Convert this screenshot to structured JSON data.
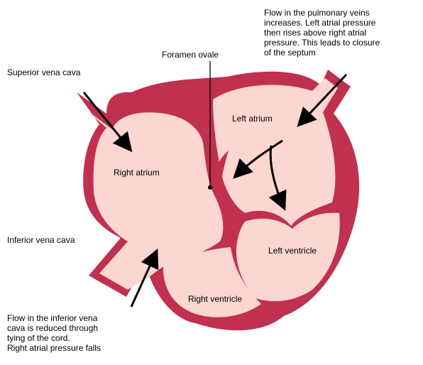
{
  "colors": {
    "wall": "#c0304f",
    "chamber": "#fcd6d0",
    "arrow": "#000000",
    "text": "#000000"
  },
  "labels": {
    "superior_vena_cava": "Superior vena cava",
    "foramen_ovale": "Foramen ovale",
    "pulmonary_note": "Flow in the pulmonary veins\nincreases. Left atrial pressure\nthen rises above right atrial\npressure. This leads to closure\nof the septum",
    "left_atrium": "Left atrium",
    "right_atrium": "Right atrium",
    "inferior_vena_cava": "Inferior vena cava",
    "left_ventricle": "Left ventricle",
    "right_ventricle": "Right ventricle",
    "inferior_note": "Flow in the inferior vena\ncava is reduced through\ntying of the cord.\nRight atrial pressure falls"
  }
}
